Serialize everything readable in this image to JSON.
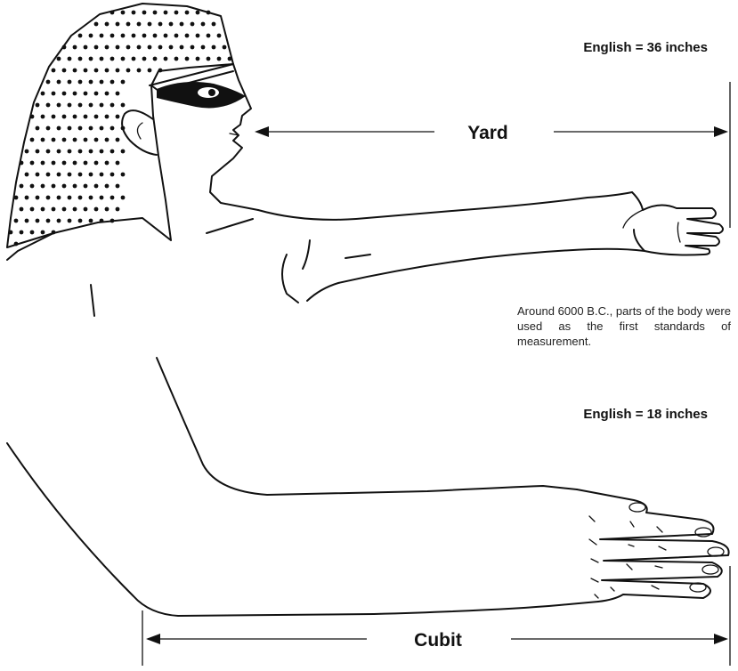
{
  "yard": {
    "title": "Yard",
    "equivalent": "English = 36 inches"
  },
  "cubit": {
    "title": "Cubit",
    "equivalent": "English = 18 inches"
  },
  "caption": "Around 6000 B.C., parts of the body were used as the first standards of measurement.",
  "colors": {
    "ink": "#111111",
    "background": "#ffffff"
  }
}
